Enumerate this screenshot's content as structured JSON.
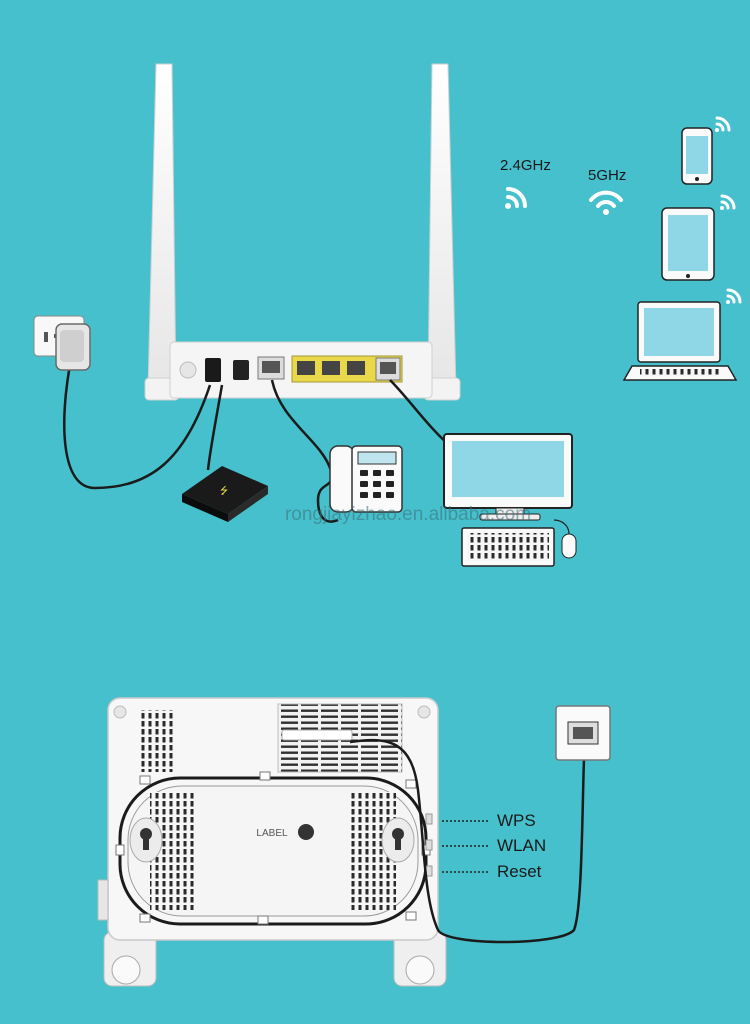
{
  "colors": {
    "background": "#45c0cc",
    "device_white": "#f4f4f4",
    "lan_port_yellow": "#e8d84a",
    "cable": "#1b1b1b",
    "screen_blue": "#8fd6e6"
  },
  "wifi": {
    "band_24": "2.4GHz",
    "band_5": "5GHz"
  },
  "watermark": "rongjiayizhao.en.alibaba.com",
  "bottom_panel": {
    "label_text": "LABEL",
    "buttons": [
      {
        "label": "WPS"
      },
      {
        "label": "WLAN"
      },
      {
        "label": "Reset"
      }
    ]
  },
  "icons": {
    "router": "router-icon",
    "power_adapter": "power-adapter-icon",
    "usb_drive": "usb-drive-icon",
    "telephone": "telephone-icon",
    "desktop": "desktop-computer-icon",
    "phone": "smartphone-icon",
    "tablet": "tablet-icon",
    "laptop": "laptop-icon",
    "wifi": "wifi-icon",
    "wall_socket": "wall-socket-icon"
  }
}
